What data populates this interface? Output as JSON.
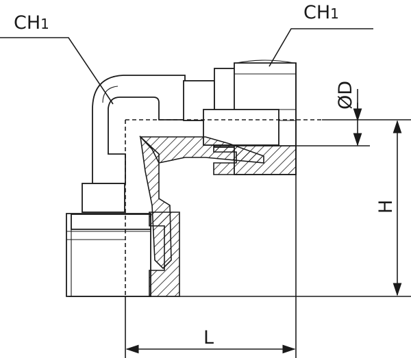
{
  "labels": {
    "ch1_left": {
      "main": "CH",
      "sub": "1"
    },
    "ch1_right": {
      "main": "CH",
      "sub": "1"
    },
    "diameter": "ØD",
    "height": "H",
    "length": "L"
  },
  "colors": {
    "ink": "#1a1a1a",
    "background": "#ffffff"
  }
}
